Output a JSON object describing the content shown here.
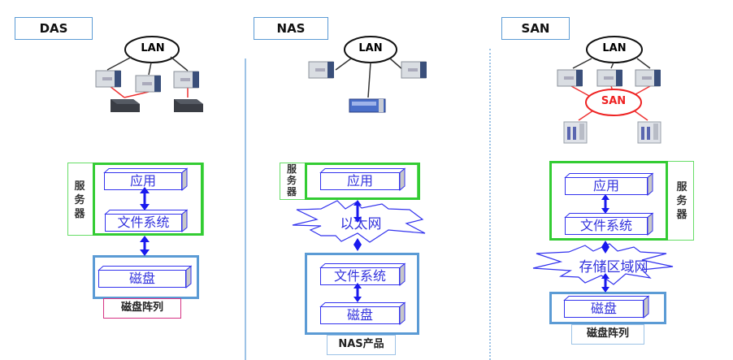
{
  "panels": [
    {
      "id": "das",
      "title": "DAS",
      "network_label": "LAN",
      "server_label": "服务器",
      "layers": [
        "应用",
        "文件系统"
      ],
      "storage_layers": [
        "磁盘"
      ],
      "storage_label": "磁盘阵列"
    },
    {
      "id": "nas",
      "title": "NAS",
      "network_label": "LAN",
      "server_label": "服务器",
      "layers": [
        "应用"
      ],
      "cloud_label": "以太网",
      "storage_layers": [
        "文件系统",
        "磁盘"
      ],
      "storage_label": "NAS产品"
    },
    {
      "id": "san",
      "title": "SAN",
      "network_label": "LAN",
      "san_label": "SAN",
      "server_label": "服务器",
      "layers": [
        "应用",
        "文件系统"
      ],
      "cloud_label": "存储区域网",
      "storage_layers": [
        "磁盘"
      ],
      "storage_label": "磁盘阵列"
    }
  ],
  "colors": {
    "server_box": "#33cc33",
    "storage_box": "#5b9bd5",
    "layer_text": "#3333dd",
    "arrow": "#1a1aee",
    "san_link": "#ee3333",
    "das_link": "#ee3333",
    "divider": "#9dc3e6",
    "das_storage_label_border": "#d63384"
  }
}
